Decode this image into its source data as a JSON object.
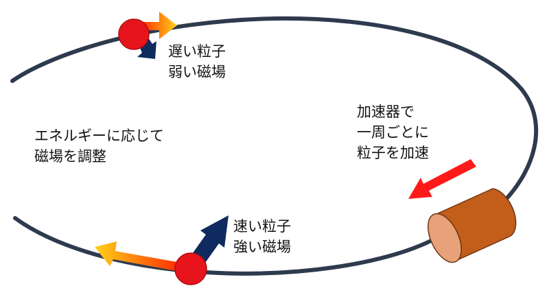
{
  "labels": {
    "slow": {
      "line1": "遅い粒子",
      "line2": "弱い磁場"
    },
    "fast": {
      "line1": "速い粒子",
      "line2": "強い磁場"
    },
    "adjust": {
      "line1": "エネルギーに応じて",
      "line2": "磁場を調整"
    },
    "accelerator": {
      "line1": "加速器で",
      "line2": "一周ごとに",
      "line3": "粒子を加速"
    }
  },
  "colors": {
    "ring": "#2e3a4d",
    "particle": "#e8141c",
    "field_arrow": "#0f2a5e",
    "velocity_arrow_start": "#ffd21a",
    "velocity_arrow_end": "#ff1a00",
    "accelerator_body": "#c25d1a",
    "accelerator_face": "#e8a27a",
    "accelerator_push_arrow": "#ff1a1a"
  },
  "icons": {
    "particle": "red-circle",
    "field": "navy-arrow",
    "velocity": "gradient-arrow",
    "accelerator": "copper-cylinder"
  }
}
